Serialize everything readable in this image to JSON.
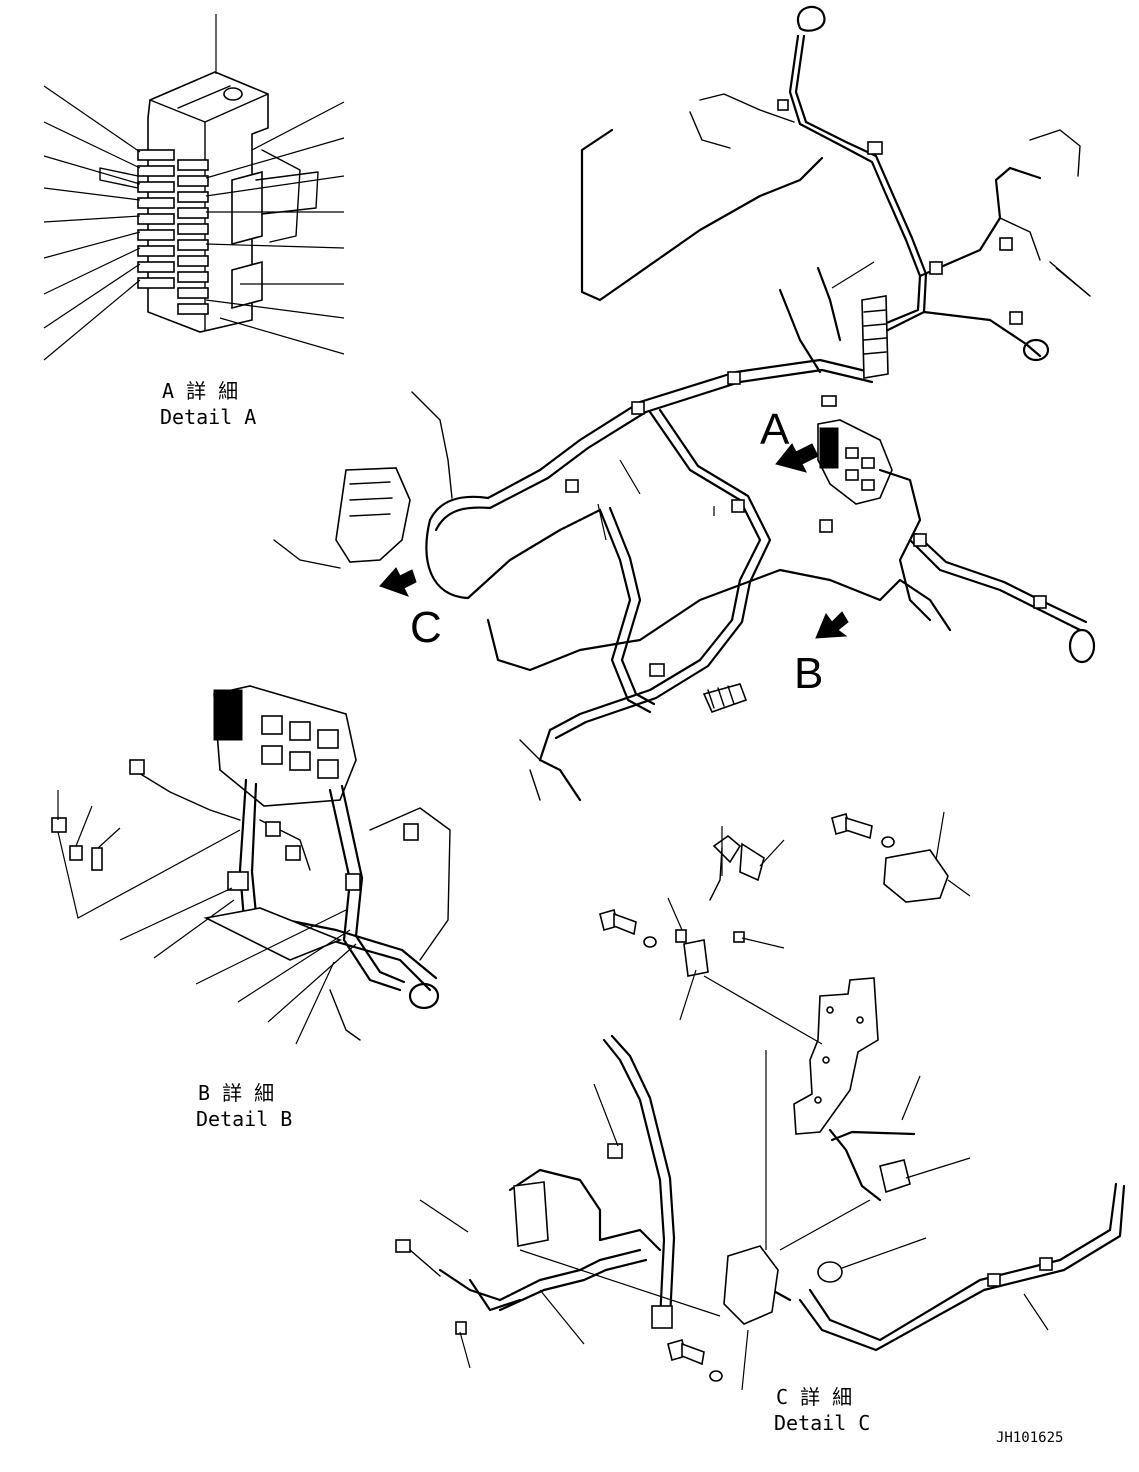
{
  "details": {
    "a": {
      "jp": "A 詳 細",
      "en": "Detail A"
    },
    "b": {
      "jp": "B 詳 細",
      "en": "Detail B"
    },
    "c": {
      "jp": "C 詳 細",
      "en": "Detail C"
    }
  },
  "view_letters": {
    "a": "A",
    "b": "B",
    "c": "C"
  },
  "drawing_code": "JH101625"
}
